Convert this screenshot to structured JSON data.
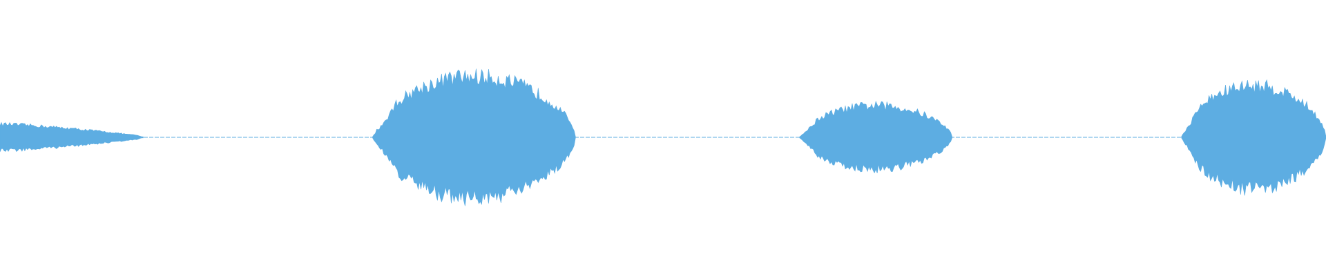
{
  "waveform": {
    "colors": {
      "background": "#ffffff",
      "wave": "#5dade2"
    },
    "segments": [
      {
        "start": 0.0,
        "end": 0.108,
        "peak": 0.1,
        "shape": "decay"
      },
      {
        "start": 0.281,
        "end": 0.434,
        "peak": 0.46,
        "shape": "swell"
      },
      {
        "start": 0.603,
        "end": 0.718,
        "peak": 0.24,
        "shape": "swell"
      },
      {
        "start": 0.891,
        "end": 1.0,
        "peak": 0.39,
        "shape": "swell"
      }
    ],
    "silence_level": 0.004
  }
}
